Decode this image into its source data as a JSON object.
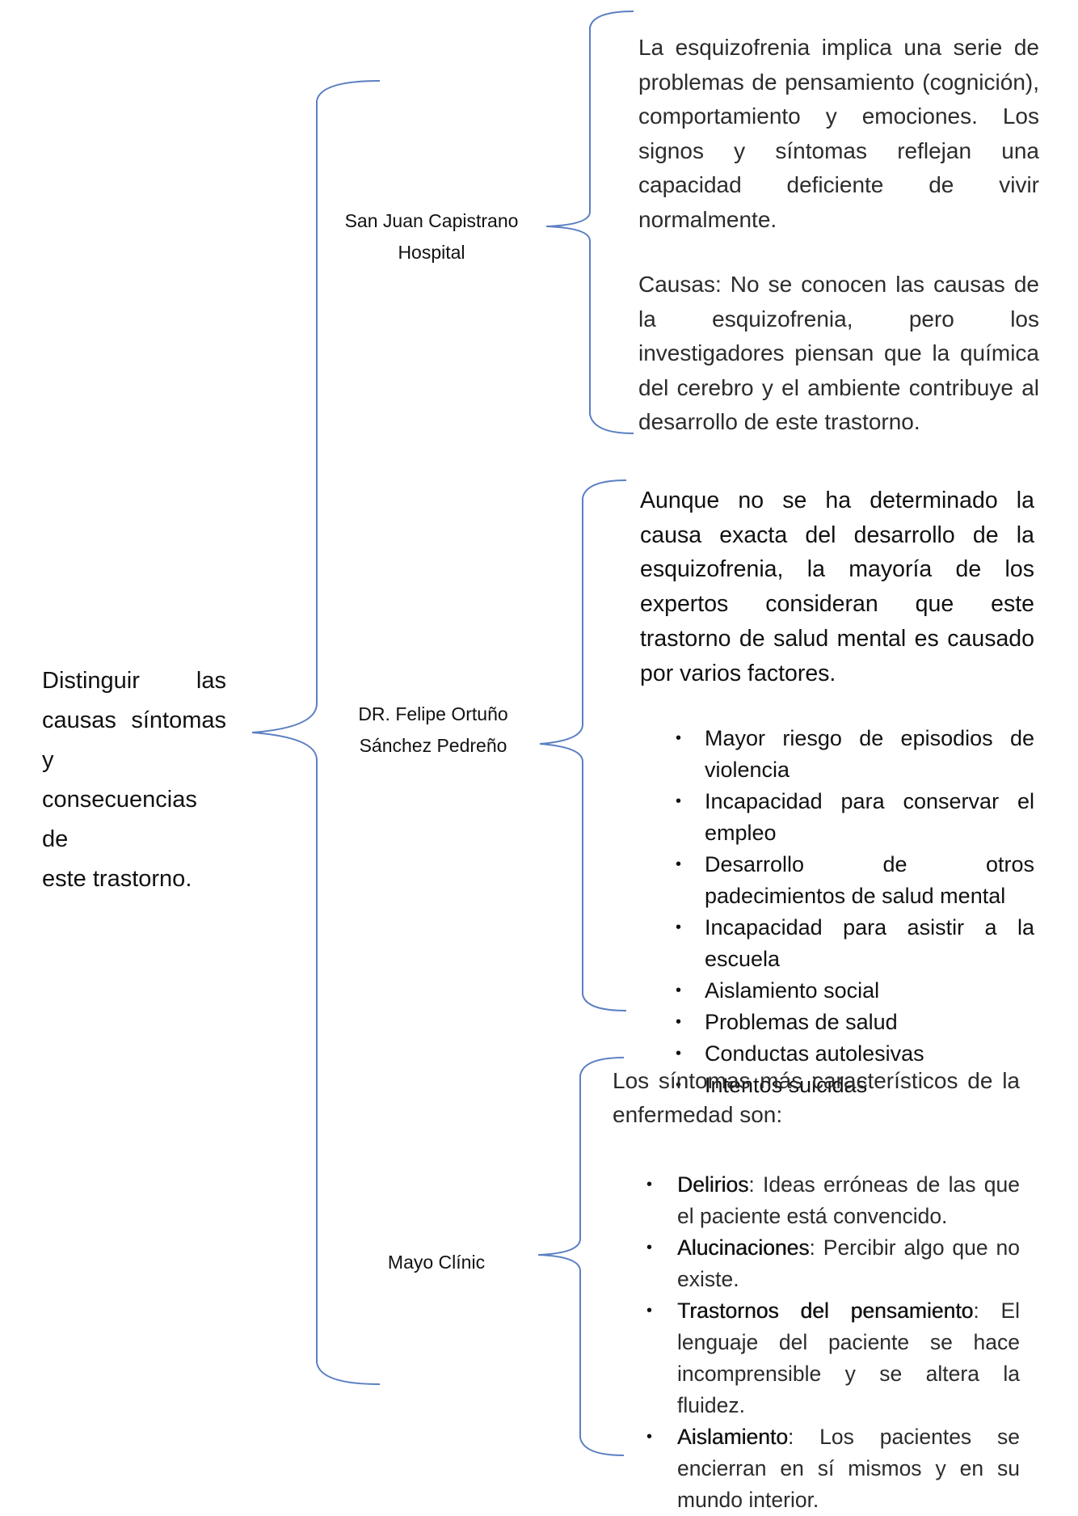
{
  "diagram": {
    "main_topic": {
      "lines": [
        "Distinguir las",
        "causas síntomas y",
        "consecuencias de",
        "este trastorno."
      ]
    },
    "colors": {
      "brace": "#5b7fc2",
      "text": "#2c2c2c"
    },
    "sources": [
      {
        "name_lines": [
          "San Juan Capistrano",
          "Hospital"
        ],
        "paragraphs": [
          "La esquizofrenia implica una serie de problemas de pensamiento (cognición), comportamiento y emociones. Los signos y síntomas reflejan una capacidad deficiente de vivir normalmente.",
          "Causas: No se conocen las causas de la esquizofrenia, pero los investigadores piensan que la química del cerebro y el ambiente contribuye al desarrollo de este trastorno."
        ]
      },
      {
        "name_lines": [
          "DR. Felipe Ortuño",
          "Sánchez Pedreño"
        ],
        "intro": "Aunque no se ha determinado la causa exacta del desarrollo de la esquizofrenia, la mayoría de los expertos consideran que este trastorno de salud mental es causado por varios factores.",
        "bullet": "•",
        "items": [
          "Mayor riesgo de episodios de violencia",
          "Incapacidad para conservar el empleo",
          "Desarrollo de otros padecimientos de salud mental",
          "Incapacidad para asistir a la escuela",
          "Aislamiento social",
          "Problemas de salud",
          "Conductas autolesivas",
          "Intentos suicidas"
        ]
      },
      {
        "name_lines": [
          "Mayo Clínic"
        ],
        "intro": "Los síntomas más característicos de la enfermedad son:",
        "bullet": "•",
        "items": [
          {
            "term": "Delirios",
            "text": ": Ideas erróneas de las que el paciente está convencido."
          },
          {
            "term": "Alucinaciones",
            "text": ": Percibir algo que no existe."
          },
          {
            "term": "Trastornos del pensamiento",
            "text": ": El lenguaje del paciente se hace incomprensible y se altera la fluidez."
          },
          {
            "term": "Aislamiento",
            "text": ": Los pacientes se encierran en sí mismos y en su mundo interior."
          }
        ]
      }
    ]
  }
}
